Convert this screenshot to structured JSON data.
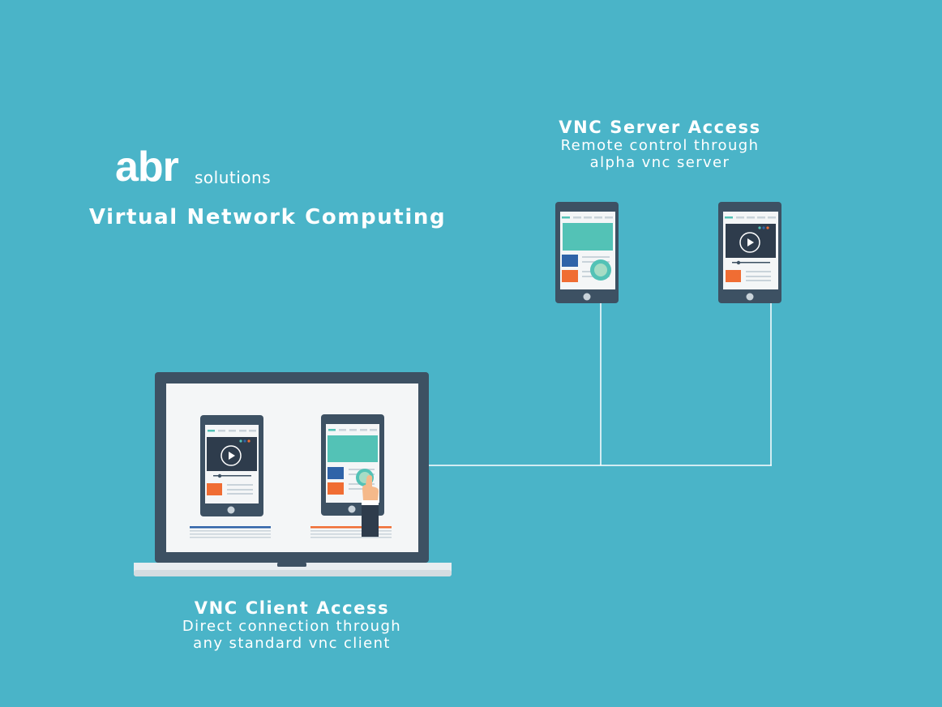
{
  "brand": {
    "name": "abr",
    "suffix": "solutions"
  },
  "headline": "Virtual Network Computing",
  "server_access": {
    "title": "VNC Server Access",
    "line1": "Remote control through",
    "line2": "alpha vnc server"
  },
  "client_access": {
    "title": "VNC Client Access",
    "line1": "Direct connection through",
    "line2": "any standard vnc client"
  },
  "icons": [
    "laptop-icon",
    "tablet-icon",
    "play-icon",
    "hand-pointer-icon"
  ],
  "colors": {
    "background": "#4ab4c8",
    "device_frame": "#3d5163",
    "screen": "#f4f6f7",
    "teal_block": "#53c2b6",
    "blue_block": "#2f63a8",
    "orange_block": "#f06d33",
    "connector": "#ffffff"
  }
}
